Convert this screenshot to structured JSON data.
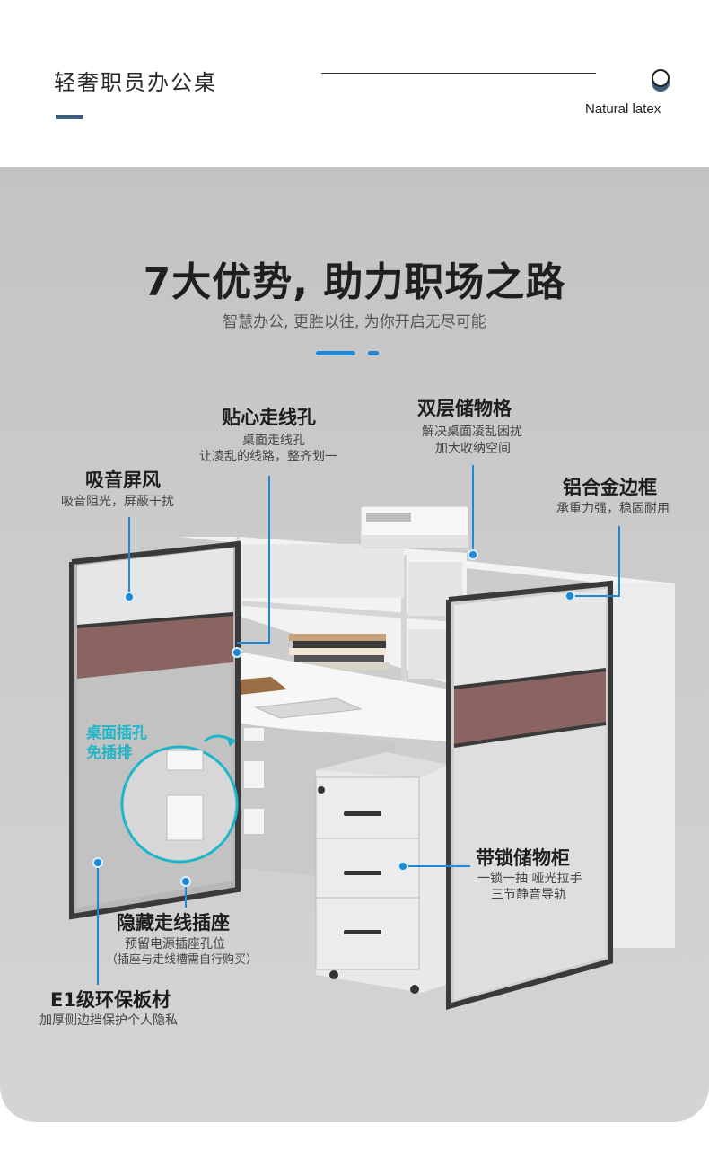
{
  "header": {
    "title": "轻奢职员办公桌",
    "brand_en": "Natural latex",
    "logo_icon": "latex-drop-icon"
  },
  "hero": {
    "title": "7大优势, 助力职场之路",
    "subtitle": "智慧办公, 更胜以往, 为你开启无尽可能"
  },
  "features": {
    "sound_screen": {
      "title": "吸音屏风",
      "desc": "吸音阻光，屏蔽干扰"
    },
    "cable_hole": {
      "title": "贴心走线孔",
      "desc1": "桌面走线孔",
      "desc2": "让凌乱的线路，整齐划一"
    },
    "double_storage": {
      "title": "双层储物格",
      "desc1": "解决桌面凌乱困扰",
      "desc2": "加大收纳空间"
    },
    "aluminum_frame": {
      "title": "铝合金边框",
      "desc": "承重力强，稳固耐用"
    },
    "desktop_socket": {
      "line1": "桌面插孔",
      "line2": "免插排"
    },
    "lock_cabinet": {
      "title": "带锁储物柜",
      "desc1": "一锁一抽 哑光拉手",
      "desc2": "三节静音导轨"
    },
    "hidden_socket": {
      "title": "隐藏走线插座",
      "desc1": "预留电源插座孔位",
      "desc2": "（插座与走线槽需自行购买）"
    },
    "e1_board": {
      "title": "E1级环保板材",
      "desc": "加厚侧边挡保护个人隐私"
    }
  },
  "colors": {
    "accent": "#1e88d6",
    "header_bar": "#3d5b7a",
    "panel_bg": "#c8c8c8",
    "highlight_cyan": "#1fb6c9",
    "screen_brown": "#8a6460"
  }
}
